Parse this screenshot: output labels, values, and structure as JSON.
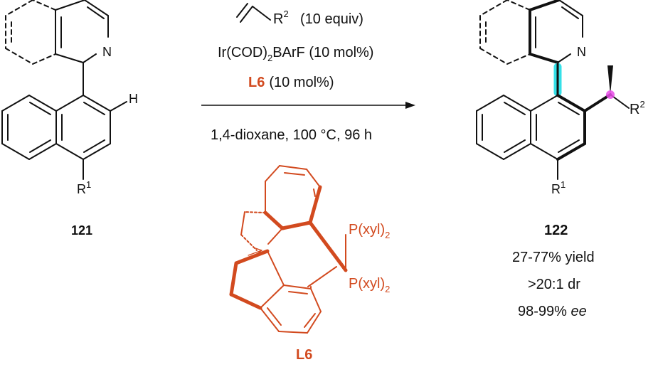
{
  "reactant": {
    "label": "121",
    "atom_N": "N",
    "atom_H": "H",
    "r1_main": "R",
    "r1_sup": "1"
  },
  "conditions": {
    "alkene_r_main": "R",
    "alkene_r_sup": "2",
    "alkene_equiv": "(10 equiv)",
    "catalyst_a": "Ir(COD)",
    "catalyst_sub": "2",
    "catalyst_b": "BArF (10 mol%)",
    "ligand_label": "L6",
    "ligand_loading": "(10 mol%)",
    "solvent_line": "1,4-dioxane, 100 °C, 96 h"
  },
  "ligand": {
    "label": "L6",
    "p_main": "P(xyl)",
    "p_sub": "2",
    "color": "#d24a1f"
  },
  "product": {
    "label": "122",
    "atom_N": "N",
    "r1_main": "R",
    "r1_sup": "1",
    "r2_main": "R",
    "r2_sup": "2",
    "yield": "27-77% yield",
    "dr": ">20:1 dr",
    "ee_value": "98-99% ",
    "ee_unit": "ee",
    "axis_highlight_color": "#35e0e8",
    "stereocenter_color": "#e84ae8"
  }
}
